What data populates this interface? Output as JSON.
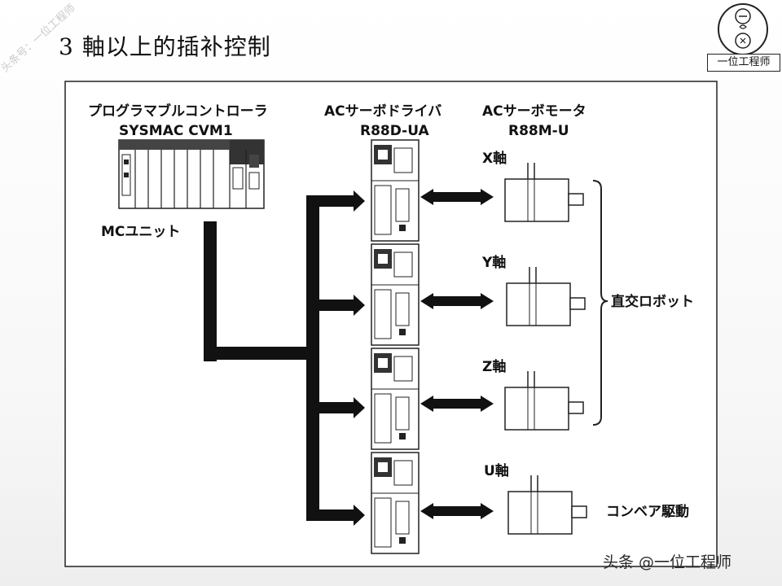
{
  "page": {
    "title": "3 軸以上的插补控制",
    "logo_text": "一位工程师",
    "watermark_diagonal": "头条号：一位工程师",
    "watermark_bottom": "头条 @一位工程师"
  },
  "diagram": {
    "plc_label_line1": "プログラマブルコントローラ",
    "plc_label_line2": "SYSMAC  CVM1",
    "mc_unit_label": "MCユニット",
    "driver_label_line1": "ACサーボドライバ",
    "driver_label_line2": "R88D-UA",
    "motor_label_line1": "ACサーボモータ",
    "motor_label_line2": "R88M-U",
    "axes": [
      "X軸",
      "Y軸",
      "Z軸",
      "U軸"
    ],
    "robot_label": "直交ロボット",
    "conveyor_label": "コンベア駆動"
  },
  "colors": {
    "ink": "#111111",
    "frame": "#222222"
  }
}
